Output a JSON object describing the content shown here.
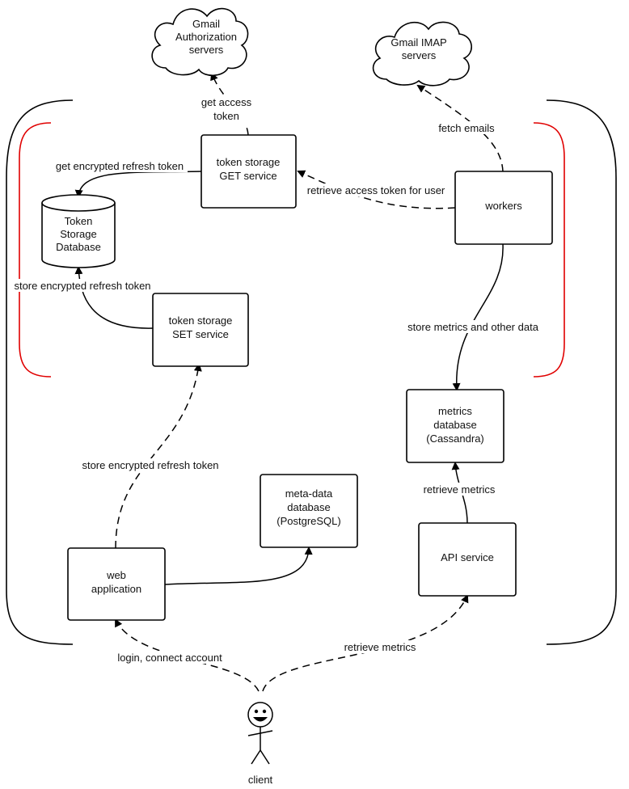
{
  "colors": {
    "outer_bracket": "#000000",
    "secure_bracket": "#e00000",
    "ink": "#000000"
  },
  "nodes": {
    "gmail_auth": {
      "lines": [
        "Gmail",
        "Authorization",
        "servers"
      ]
    },
    "gmail_imap": {
      "lines": [
        "Gmail IMAP",
        "servers"
      ]
    },
    "token_get": {
      "lines": [
        "token storage",
        "GET service"
      ]
    },
    "token_db": {
      "lines": [
        "Token",
        "Storage",
        "Database"
      ]
    },
    "workers": {
      "lines": [
        "workers"
      ]
    },
    "token_set": {
      "lines": [
        "token storage",
        "SET service"
      ]
    },
    "metrics_db": {
      "lines": [
        "metrics",
        "database",
        "(Cassandra)"
      ]
    },
    "meta_db": {
      "lines": [
        "meta-data",
        "database",
        "(PostgreSQL)"
      ]
    },
    "web_app": {
      "lines": [
        "web",
        "application"
      ]
    },
    "api_service": {
      "lines": [
        "API service"
      ]
    },
    "client": {
      "lines": [
        "client"
      ]
    }
  },
  "edges": {
    "get_access_token": {
      "lines": [
        "get access",
        "token"
      ]
    },
    "fetch_emails": {
      "lines": [
        "fetch emails"
      ]
    },
    "get_encrypted_refresh_token": {
      "lines": [
        "get encrypted refresh token"
      ]
    },
    "retrieve_access_token_for_user": {
      "lines": [
        "retrieve access token for user"
      ]
    },
    "store_encrypted_refresh_token_db": {
      "lines": [
        "store encrypted refresh token"
      ]
    },
    "store_metrics_and_other_data": {
      "lines": [
        "store metrics and other data"
      ]
    },
    "store_encrypted_refresh_token_web": {
      "lines": [
        "store encrypted refresh token"
      ]
    },
    "retrieve_metrics_api": {
      "lines": [
        "retrieve metrics"
      ]
    },
    "login_connect_account": {
      "lines": [
        "login, connect account"
      ]
    },
    "retrieve_metrics_client": {
      "lines": [
        "retrieve metrics"
      ]
    },
    "web_to_meta": {
      "lines": []
    }
  }
}
